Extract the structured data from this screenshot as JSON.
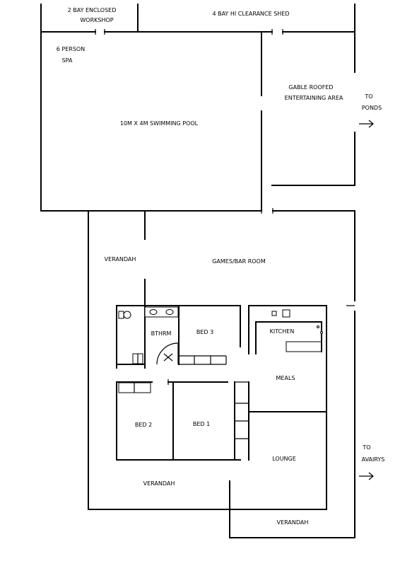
{
  "labels": {
    "workshop_line1": "2 BAY ENCLOSED",
    "workshop_line2": "WORKSHOP",
    "shed": "4 BAY HI CLEARANCE SHED",
    "spa_line1": "6 PERSON",
    "spa_line2": "SPA",
    "entertaining_line1": "GABLE ROOFED",
    "entertaining_line2": "ENTERTAINING AREA",
    "to_ponds_line1": "TO",
    "to_ponds_line2": "PONDS",
    "pool": "10M X 4M SWIMMING POOL",
    "verandah_left": "VERANDAH",
    "games_room": "GAMES/BAR ROOM",
    "bathroom": "BTHRM",
    "bed3": "BED 3",
    "kitchen": "KITCHEN",
    "meals": "MEALS",
    "bed2": "BED 2",
    "bed1": "BED 1",
    "lounge": "LOUNGE",
    "to_aviaries_line1": "TO",
    "to_aviaries_line2": "AVAIRYS",
    "verandah_bottom_left": "VERANDAH",
    "verandah_bottom_right": "VERANDAH"
  },
  "icons": {
    "arrow_ponds": "arrow-right-icon",
    "arrow_aviaries": "arrow-right-icon",
    "door_swing": "door-swing-icon"
  }
}
